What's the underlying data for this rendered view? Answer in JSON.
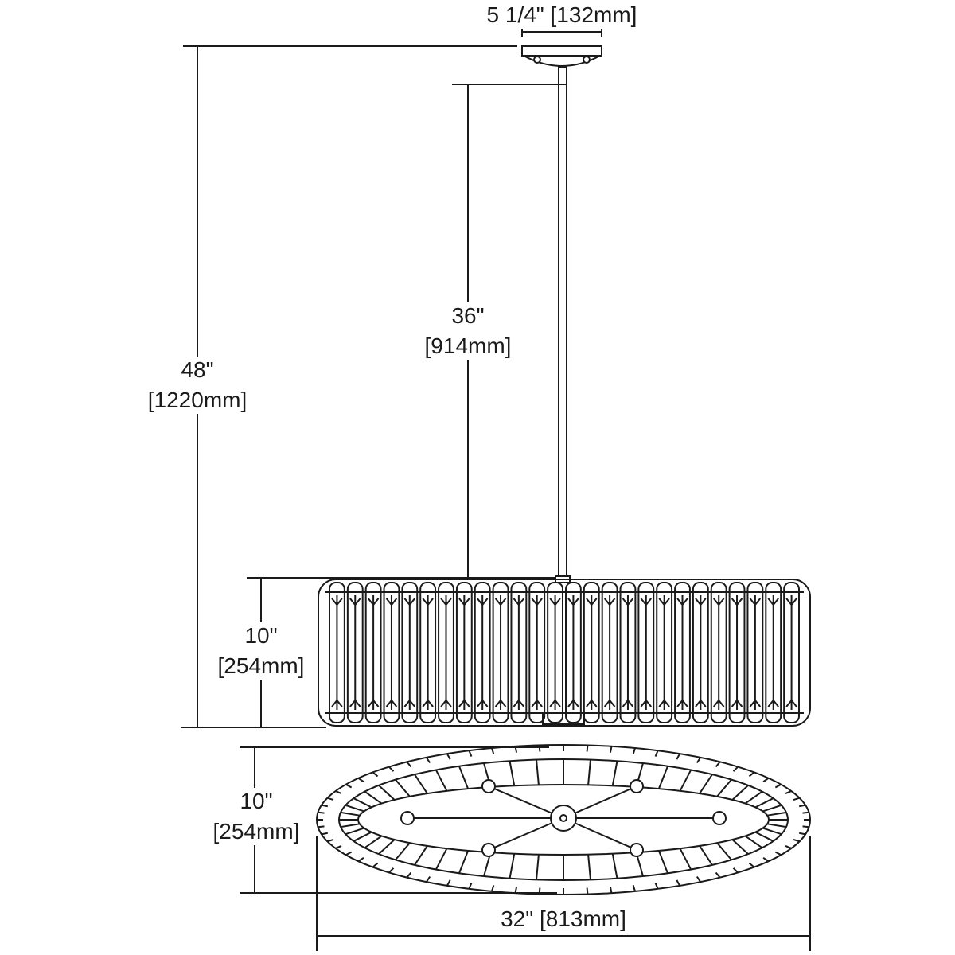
{
  "dimensions": {
    "canopy_width": {
      "imperial": "5 1/4\"",
      "metric": "[132mm]"
    },
    "overall_height": {
      "imperial": "48\"",
      "metric": "[1220mm]"
    },
    "rod_length": {
      "imperial": "36\"",
      "metric": "[914mm]"
    },
    "shade_height": {
      "imperial": "10\"",
      "metric": "[254mm]"
    },
    "plan_depth": {
      "imperial": "10\"",
      "metric": "[254mm]"
    },
    "overall_width": {
      "imperial": "32\"",
      "metric": "[813mm]"
    }
  },
  "colors": {
    "line": "#1a1a1a",
    "background": "#ffffff"
  }
}
